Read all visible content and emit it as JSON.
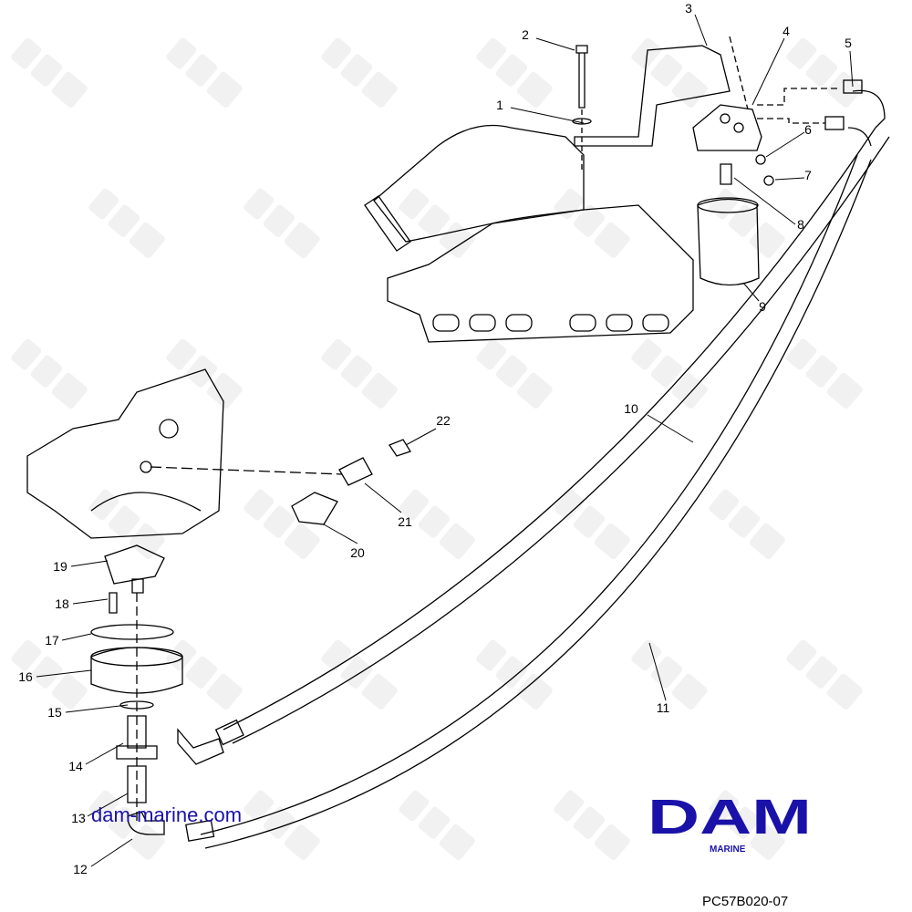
{
  "callouts": [
    "1",
    "2",
    "3",
    "4",
    "5",
    "6",
    "7",
    "8",
    "9",
    "10",
    "11",
    "12",
    "13",
    "14",
    "15",
    "16",
    "17",
    "18",
    "19",
    "20",
    "21",
    "22"
  ],
  "website": "dam-marine.com",
  "logo": {
    "text": "DAM",
    "subtext": "MARINE",
    "color": "#1a12a8"
  },
  "watermark": "DAM",
  "diagram_code": "PC57B020-07"
}
